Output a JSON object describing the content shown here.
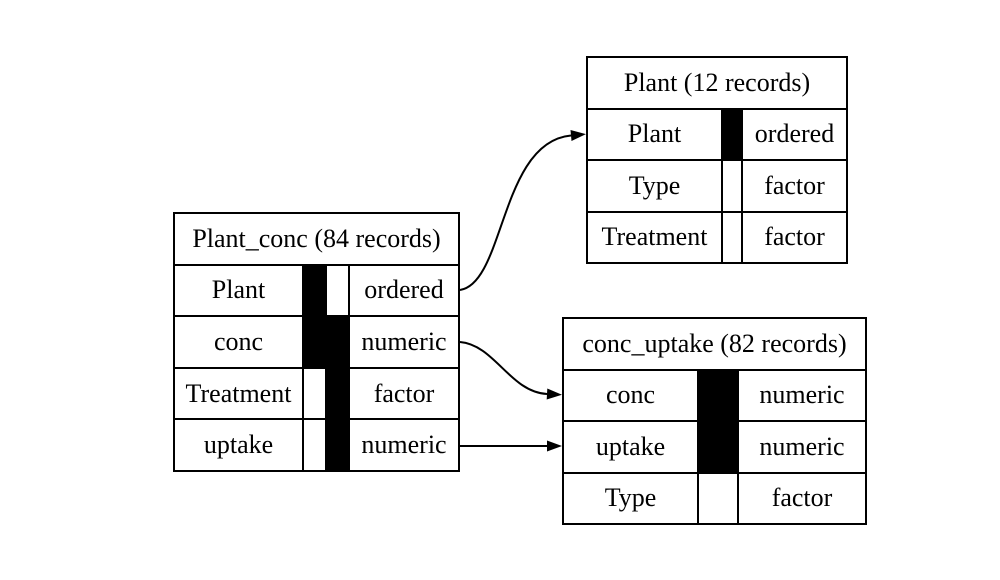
{
  "diagram": {
    "colors": {
      "line": "#000000",
      "fill": "#ffffff",
      "key_bar": "#000000"
    },
    "tables": [
      {
        "id": "Plant_conc",
        "title": "Plant_conc (84 records)",
        "rows": [
          {
            "name": "Plant",
            "type": "ordered",
            "ind": [
              "#000000",
              "#ffffff"
            ]
          },
          {
            "name": "conc",
            "type": "numeric",
            "ind": [
              "#000000",
              "#000000"
            ]
          },
          {
            "name": "Treatment",
            "type": "factor",
            "ind": [
              "#ffffff",
              "#000000"
            ]
          },
          {
            "name": "uptake",
            "type": "numeric",
            "ind": [
              "#ffffff",
              "#000000"
            ]
          }
        ]
      },
      {
        "id": "Plant",
        "title": "Plant (12 records)",
        "rows": [
          {
            "name": "Plant",
            "type": "ordered",
            "ind": [
              "#000000"
            ]
          },
          {
            "name": "Type",
            "type": "factor",
            "ind": [
              "#ffffff"
            ]
          },
          {
            "name": "Treatment",
            "type": "factor",
            "ind": [
              "#ffffff"
            ]
          }
        ]
      },
      {
        "id": "conc_uptake",
        "title": "conc_uptake (82 records)",
        "rows": [
          {
            "name": "conc",
            "type": "numeric",
            "ind": [
              "#000000"
            ]
          },
          {
            "name": "uptake",
            "type": "numeric",
            "ind": [
              "#000000"
            ]
          },
          {
            "name": "Type",
            "type": "factor",
            "ind": [
              "#ffffff"
            ]
          }
        ]
      }
    ],
    "edges": [
      {
        "from": "Plant_conc.Plant",
        "to": "Plant.Plant"
      },
      {
        "from": "Plant_conc.conc",
        "to": "conc_uptake.conc"
      },
      {
        "from": "Plant_conc.uptake",
        "to": "conc_uptake.uptake"
      }
    ]
  }
}
